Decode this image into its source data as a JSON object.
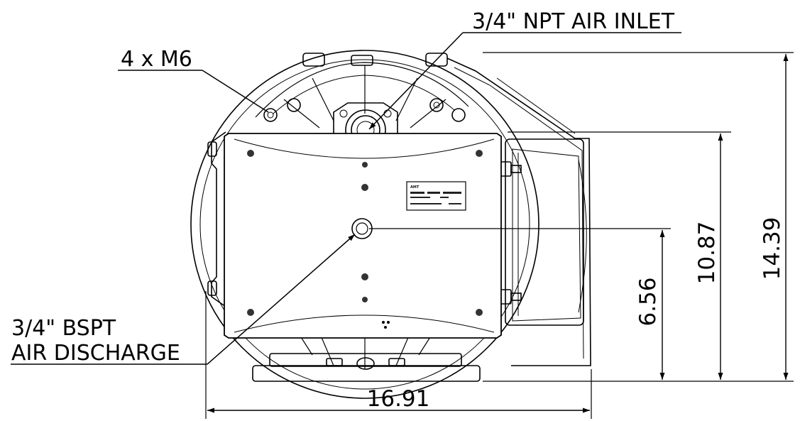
{
  "drawing": {
    "callouts": {
      "air_inlet": "3/4\" NPT AIR INLET",
      "mount_holes": "4 x M6",
      "air_discharge_line1": "3/4\" BSPT",
      "air_discharge_line2": "AIR DISCHARGE"
    },
    "dimensions": {
      "overall_width": "16.91",
      "overall_height": "14.39",
      "inlet_height": "10.87",
      "discharge_height": "6.56"
    },
    "nameplate": {
      "brand": "AMT"
    }
  }
}
